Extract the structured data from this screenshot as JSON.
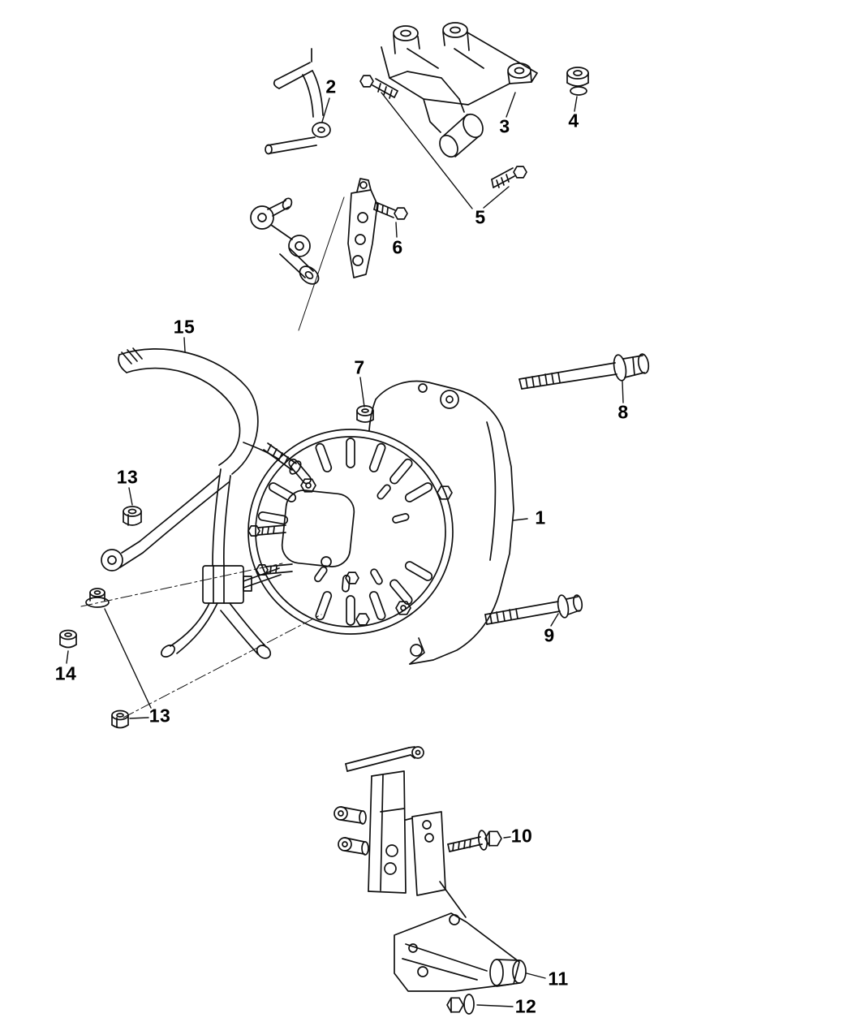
{
  "page": {
    "background_color": "#ffffff",
    "line_color": "#101010",
    "text_color": "#000000"
  },
  "diagram": {
    "kind": "exploded-parts-diagram",
    "callouts": [
      {
        "label": "2"
      },
      {
        "label": "3"
      },
      {
        "label": "4"
      },
      {
        "label": "5"
      },
      {
        "label": "6"
      },
      {
        "label": "15"
      },
      {
        "label": "7"
      },
      {
        "label": "8"
      },
      {
        "label": "13"
      },
      {
        "label": "1"
      },
      {
        "label": "9"
      },
      {
        "label": "14"
      },
      {
        "label": "13"
      },
      {
        "label": "10"
      },
      {
        "label": "11"
      },
      {
        "label": "12"
      }
    ]
  }
}
